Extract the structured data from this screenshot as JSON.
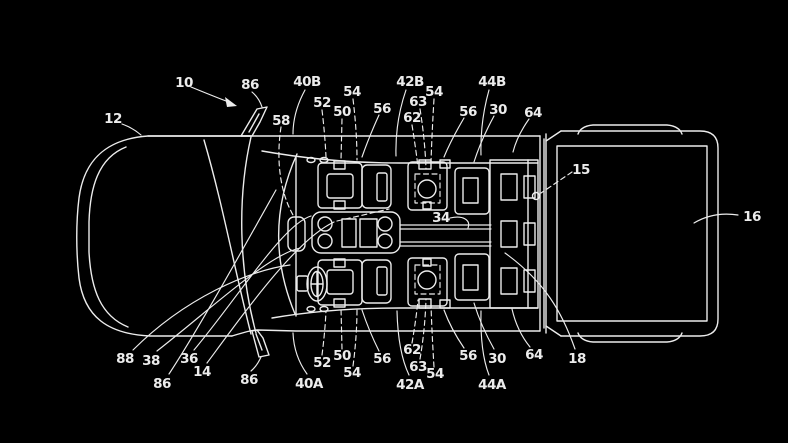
{
  "colors": {
    "background": "#000000",
    "line": "#ececec"
  },
  "labels": [
    {
      "text": "10"
    },
    {
      "text": "12"
    },
    {
      "text": "86"
    },
    {
      "text": "40B"
    },
    {
      "text": "58"
    },
    {
      "text": "52"
    },
    {
      "text": "50"
    },
    {
      "text": "54"
    },
    {
      "text": "56"
    },
    {
      "text": "42B"
    },
    {
      "text": "62"
    },
    {
      "text": "63"
    },
    {
      "text": "54"
    },
    {
      "text": "56"
    },
    {
      "text": "30"
    },
    {
      "text": "44B"
    },
    {
      "text": "64"
    },
    {
      "text": "15"
    },
    {
      "text": "16"
    },
    {
      "text": "88"
    },
    {
      "text": "38"
    },
    {
      "text": "86"
    },
    {
      "text": "36"
    },
    {
      "text": "14"
    },
    {
      "text": "86"
    },
    {
      "text": "40A"
    },
    {
      "text": "52"
    },
    {
      "text": "50"
    },
    {
      "text": "54"
    },
    {
      "text": "56"
    },
    {
      "text": "62"
    },
    {
      "text": "63"
    },
    {
      "text": "54"
    },
    {
      "text": "42A"
    },
    {
      "text": "56"
    },
    {
      "text": "30"
    },
    {
      "text": "44A"
    },
    {
      "text": "64"
    },
    {
      "text": "18"
    },
    {
      "text": "34"
    }
  ]
}
